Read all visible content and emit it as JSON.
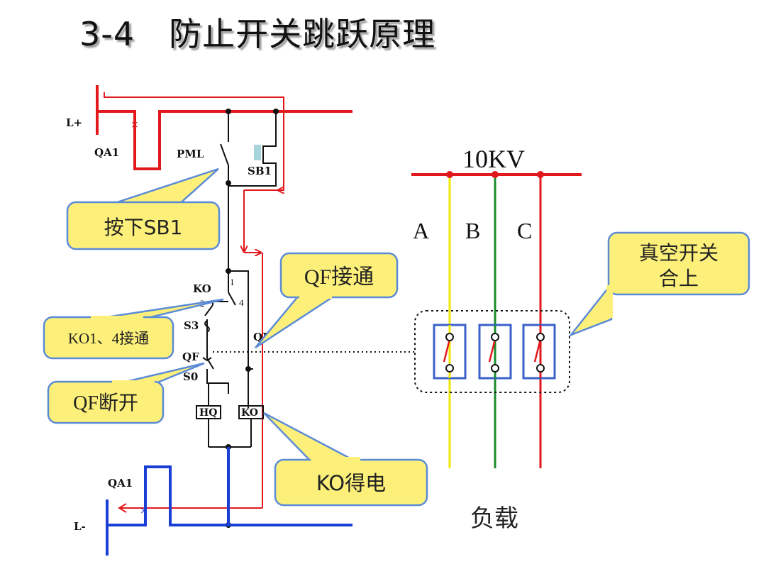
{
  "title": {
    "number": "3-4",
    "text": "防止开关跳跃原理"
  },
  "labels": {
    "l_plus": "L+",
    "l_minus": "L-",
    "qa1_top": "QA1",
    "qa1_bottom": "QA1",
    "pml": "PML",
    "sb1": "SB1",
    "ko": "KO",
    "pin1": "1",
    "pin2": "2",
    "pin4": "4",
    "s3": "S3",
    "qf": "QF",
    "qf_contact": "QF",
    "s0": "S0",
    "hq": "HQ",
    "ko_coil": "KO"
  },
  "right_panel": {
    "voltage": "10KV",
    "phases": [
      "A",
      "B",
      "C"
    ],
    "load": "负载"
  },
  "callouts": {
    "press_sb1": "按下SB1",
    "qf_on": "QF接通",
    "ko1_4": "KO1、4接通",
    "qf_off": "QF断开",
    "ko_energized": "KO得电",
    "vacuum_line1": "真空开关",
    "vacuum_line2": "合上"
  },
  "colors": {
    "red": "#e2191c",
    "blue": "#1a3fd6",
    "black": "#111111",
    "yellow_line": "#f2e600",
    "green_line": "#1a8c2a",
    "callout_fill": "#fdf07a",
    "callout_border": "#5b8bd6"
  }
}
